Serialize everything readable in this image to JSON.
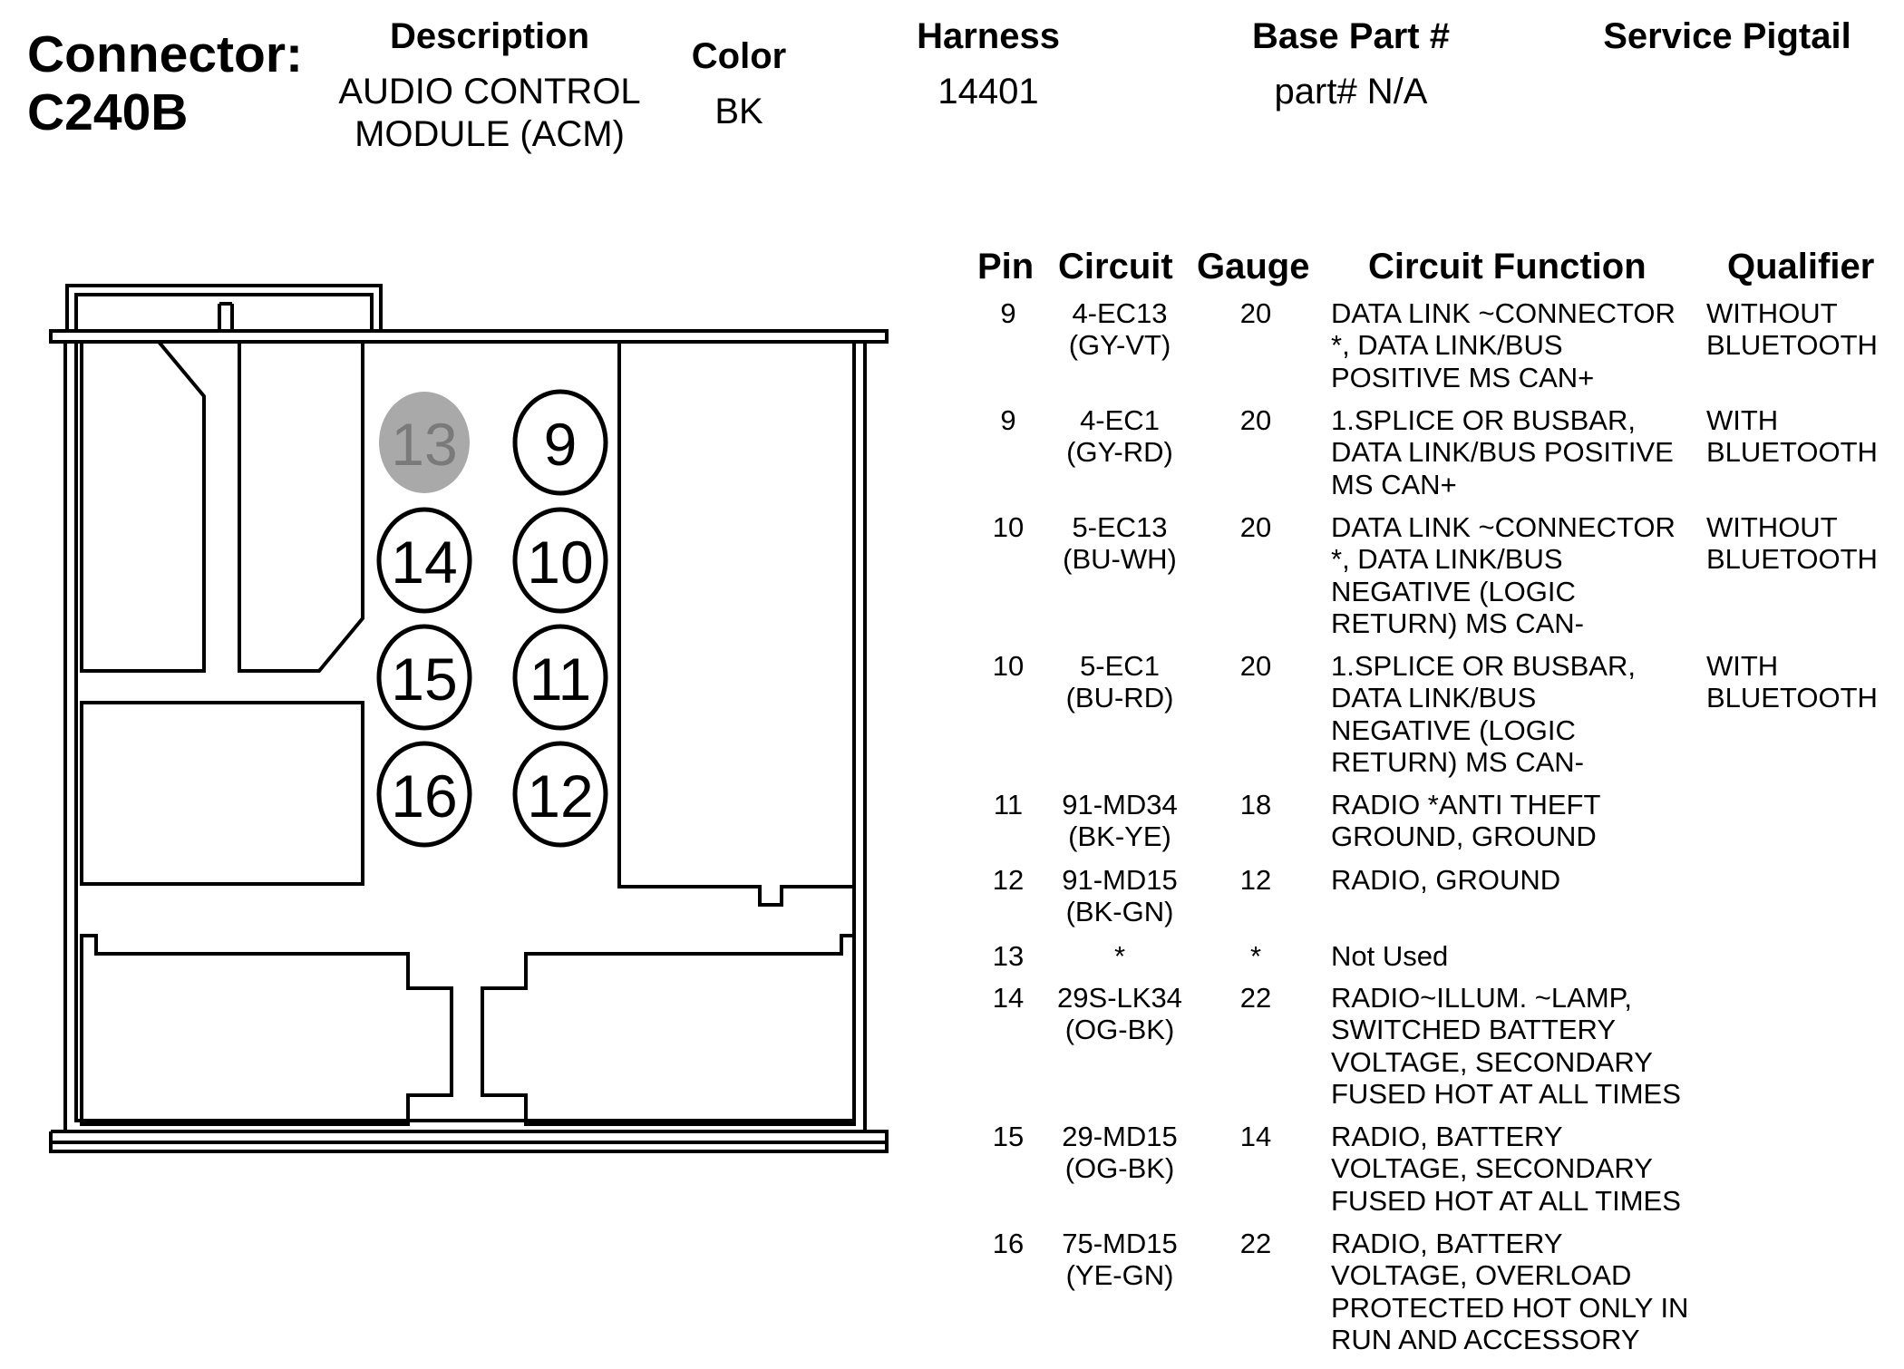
{
  "header": {
    "connector_label": "Connector:",
    "connector_id": "C240B",
    "description_label": "Description",
    "description_line1": "AUDIO CONTROL",
    "description_line2": "MODULE (ACM)",
    "color_label": "Color",
    "color_value": "BK",
    "harness_label": "Harness",
    "harness_value": "14401",
    "base_part_label": "Base Part #",
    "base_part_value": "part# N/A",
    "service_pigtail_label": "Service Pigtail"
  },
  "connector_face": {
    "pins": [
      "13",
      "9",
      "14",
      "10",
      "15",
      "11",
      "16",
      "12"
    ],
    "unused_pin": "13",
    "unused_pin_color": "#a9a9a9"
  },
  "table": {
    "headers": {
      "pin": "Pin",
      "circuit": "Circuit",
      "gauge": "Gauge",
      "function": "Circuit Function",
      "qualifier": "Qualifier"
    },
    "rows": [
      {
        "pin": "9",
        "circuit": "4-EC13\n(GY-VT)",
        "gauge": "20",
        "function": "DATA LINK ~CONNECTOR\n*, DATA LINK/BUS\nPOSITIVE MS CAN+",
        "qualifier": "WITHOUT\nBLUETOOTH"
      },
      {
        "pin": "9",
        "circuit": "4-EC1\n(GY-RD)",
        "gauge": "20",
        "function": "1.SPLICE OR BUSBAR,\nDATA LINK/BUS POSITIVE\nMS CAN+",
        "qualifier": "WITH\nBLUETOOTH"
      },
      {
        "pin": "10",
        "circuit": "5-EC13\n(BU-WH)",
        "gauge": "20",
        "function": "DATA LINK ~CONNECTOR\n*, DATA LINK/BUS\nNEGATIVE (LOGIC\nRETURN) MS CAN-",
        "qualifier": "WITHOUT\nBLUETOOTH"
      },
      {
        "pin": "10",
        "circuit": "5-EC1\n(BU-RD)",
        "gauge": "20",
        "function": "1.SPLICE OR BUSBAR,\nDATA LINK/BUS\nNEGATIVE (LOGIC\nRETURN) MS CAN-",
        "qualifier": "WITH\nBLUETOOTH"
      },
      {
        "pin": "11",
        "circuit": "91-MD34\n(BK-YE)",
        "gauge": "18",
        "function": "RADIO *ANTI THEFT\nGROUND, GROUND",
        "qualifier": ""
      },
      {
        "pin": "12",
        "circuit": "91-MD15\n(BK-GN)",
        "gauge": "12",
        "function": "RADIO, GROUND",
        "qualifier": ""
      },
      {
        "pin": "13",
        "circuit": "*",
        "gauge": "*",
        "function": "Not Used",
        "qualifier": ""
      },
      {
        "pin": "14",
        "circuit": "29S-LK34\n(OG-BK)",
        "gauge": "22",
        "function": "RADIO~ILLUM. ~LAMP,\nSWITCHED BATTERY\nVOLTAGE, SECONDARY\nFUSED HOT AT ALL TIMES",
        "qualifier": ""
      },
      {
        "pin": "15",
        "circuit": "29-MD15\n(OG-BK)",
        "gauge": "14",
        "function": "RADIO, BATTERY\nVOLTAGE, SECONDARY\nFUSED HOT AT ALL TIMES",
        "qualifier": ""
      },
      {
        "pin": "16",
        "circuit": "75-MD15\n(YE-GN)",
        "gauge": "22",
        "function": "RADIO, BATTERY\nVOLTAGE, OVERLOAD\nPROTECTED HOT ONLY IN\nRUN AND ACCESSORY",
        "qualifier": ""
      }
    ]
  }
}
